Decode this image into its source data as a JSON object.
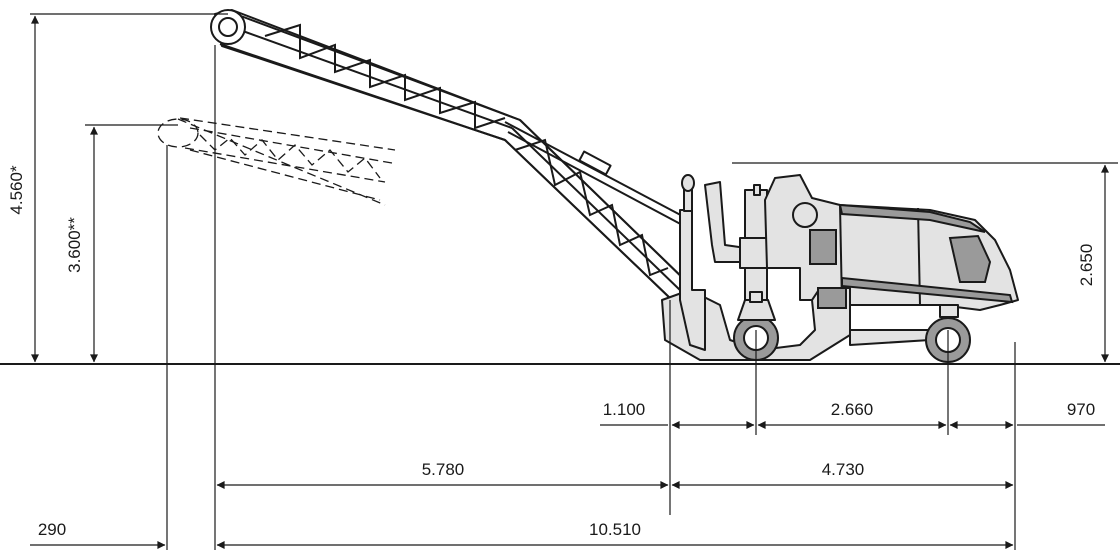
{
  "dimensions": {
    "height_conveyor_raised": "4.560*",
    "height_conveyor_lowered": "3.600**",
    "height_cabin": "2.650",
    "front_overhang": "1.100",
    "wheelbase": "2.660",
    "rear_overhang": "970",
    "conveyor_reach": "5.780",
    "machine_length": "4.730",
    "total_length": "10.510",
    "conveyor_offset": "290"
  },
  "colors": {
    "line": "#1a1a1a",
    "body": "#e3e3e3",
    "accent_dark": "#9a9a9a",
    "background": "#ffffff"
  }
}
